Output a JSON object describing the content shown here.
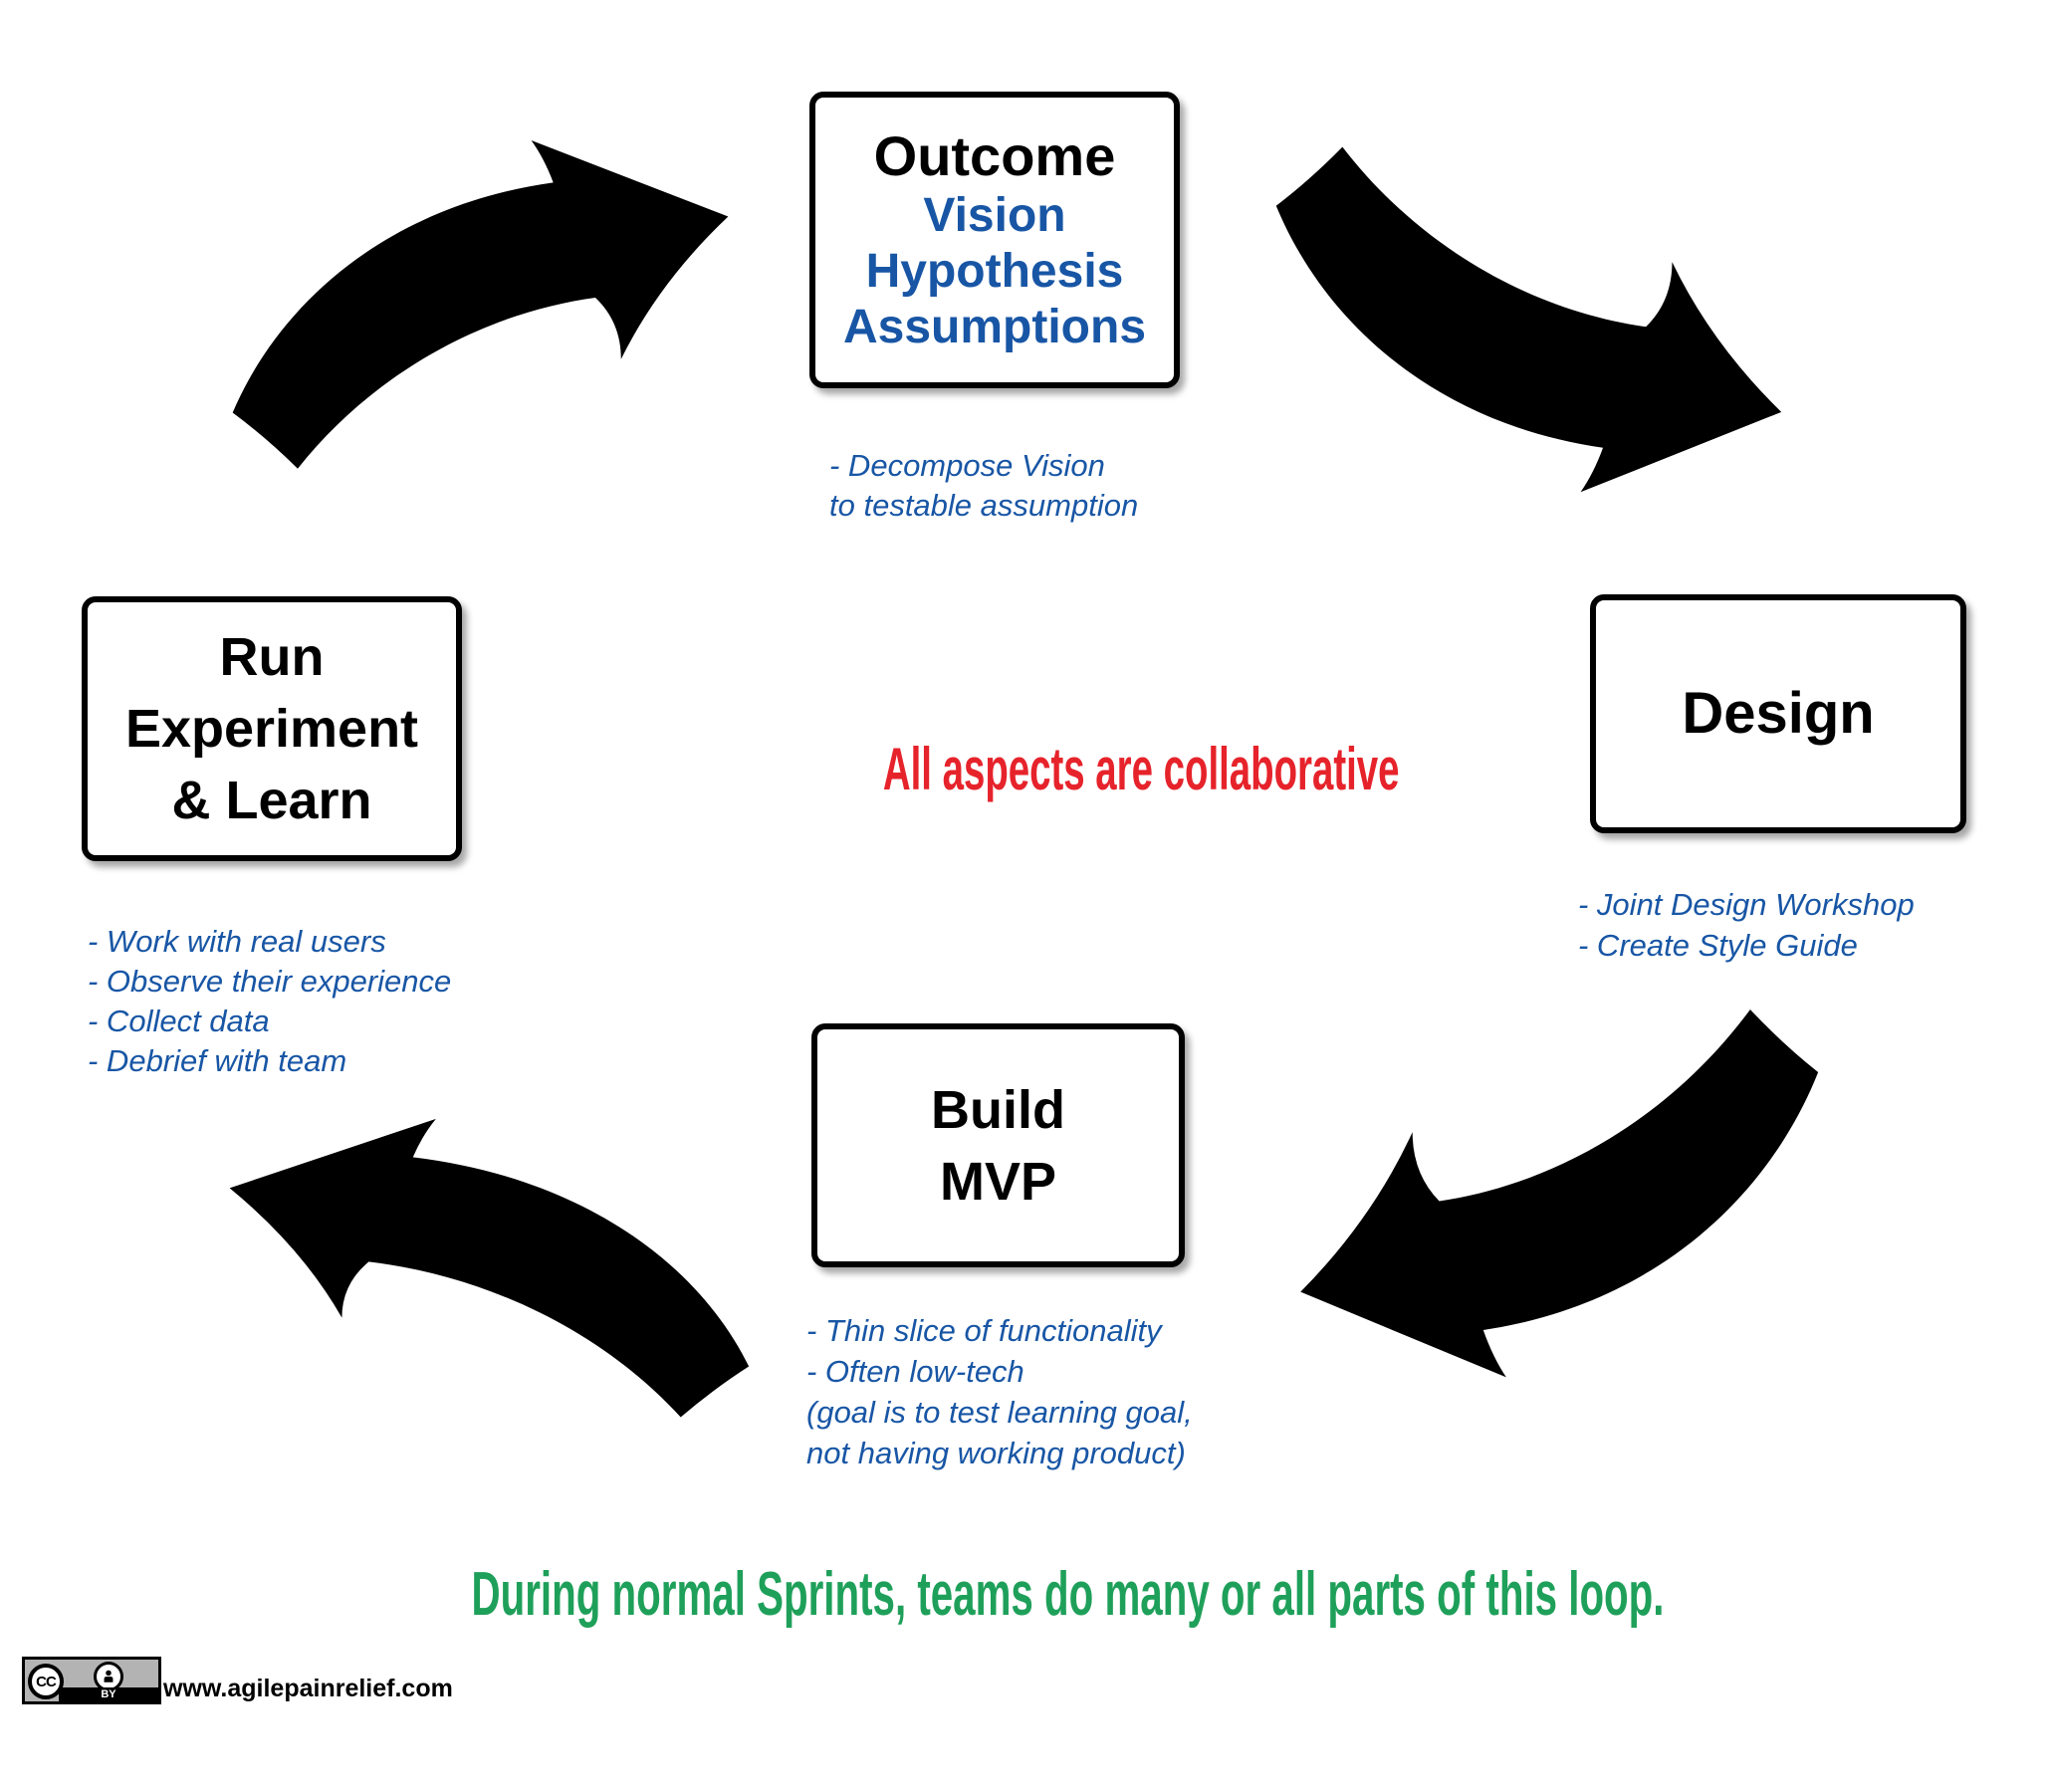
{
  "diagram": {
    "nodes": {
      "outcome": {
        "title": "Outcome",
        "subtitle_lines": [
          "Vision",
          "Hypothesis",
          "Assumptions"
        ],
        "notes": [
          "- Decompose Vision",
          "to testable assumption"
        ]
      },
      "design": {
        "title": "Design",
        "notes": [
          "- Joint Design Workshop",
          "- Create Style Guide"
        ]
      },
      "build": {
        "title_lines": [
          "Build",
          "MVP"
        ],
        "notes": [
          "- Thin slice of functionality",
          "- Often low-tech",
          "(goal is to test learning goal,",
          "not having working product)"
        ]
      },
      "run": {
        "title_lines": [
          "Run",
          "Experiment",
          "& Learn"
        ],
        "notes": [
          "- Work with real users",
          "- Observe their experience",
          "- Collect data",
          "- Debrief with team"
        ]
      }
    },
    "center_note": "All aspects are collaborative",
    "footer_note": "During normal Sprints, teams do many or all parts of this loop.",
    "license": {
      "cc_label": "CC",
      "by_label": "BY",
      "url": "www.agilepainrelief.com"
    },
    "icons": [
      "flow-arrow",
      "cc-icon",
      "by-person-icon"
    ],
    "colors": {
      "blue": "#1856a5",
      "red": "#e6232b",
      "green": "#1fa05a",
      "black": "#000000",
      "badge_gray": "#b3b3b3"
    }
  }
}
